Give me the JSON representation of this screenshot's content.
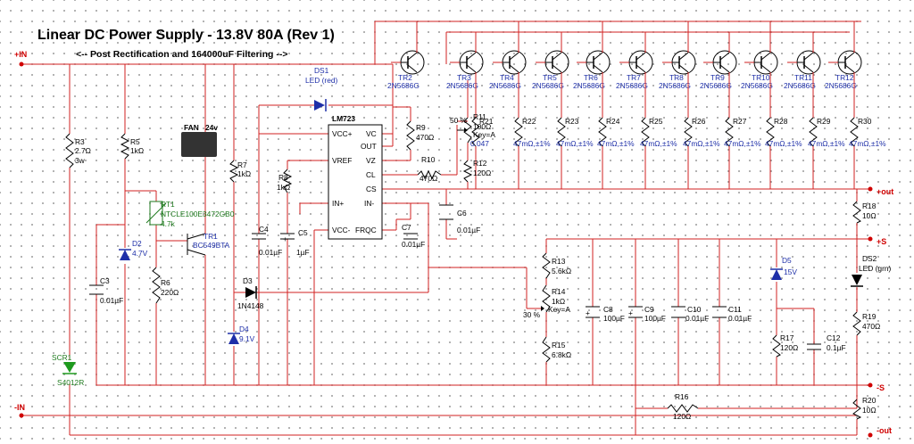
{
  "title": "Linear DC Power Supply - 13.8V 80A (Rev 1)",
  "subtitle": "<-- Post Rectification and 164000uF Filtering -->",
  "terminals": {
    "in_pos": "+IN",
    "in_neg": "-IN",
    "out_pos": "+out",
    "sense_pos": "+S",
    "sense_neg": "-S",
    "out_neg": "-out"
  },
  "fan": {
    "label": "FAN",
    "voltage": "24v"
  },
  "ic": {
    "name": "LM723",
    "pins_left": [
      "VCC+",
      "VREF",
      "IN+",
      "VCC-"
    ],
    "pins_right": [
      "VC",
      "OUT",
      "VZ",
      "CL",
      "CS",
      "IN-",
      "FRQC"
    ]
  },
  "transistors": [
    {
      "ref": "TR2",
      "part": "2N5686G"
    },
    {
      "ref": "TR3",
      "part": "2N5686G"
    },
    {
      "ref": "TR4",
      "part": "2N5686G"
    },
    {
      "ref": "TR5",
      "part": "2N5686G"
    },
    {
      "ref": "TR6",
      "part": "2N5686G"
    },
    {
      "ref": "TR7",
      "part": "2N5686G"
    },
    {
      "ref": "TR8",
      "part": "2N5686G"
    },
    {
      "ref": "TR9",
      "part": "2N5686G"
    },
    {
      "ref": "TR10",
      "part": "2N5686G"
    },
    {
      "ref": "TR11",
      "part": "2N5686G"
    },
    {
      "ref": "TR12",
      "part": "2N5686G"
    }
  ],
  "emitter_resistors": [
    {
      "ref": "R21",
      "value": "0.047"
    },
    {
      "ref": "R22",
      "value": "47mΩ,±1%"
    },
    {
      "ref": "R23",
      "value": "47mΩ,±1%"
    },
    {
      "ref": "R24",
      "value": "47mΩ,±1%"
    },
    {
      "ref": "R25",
      "value": "47mΩ,±1%"
    },
    {
      "ref": "R26",
      "value": "47mΩ,±1%"
    },
    {
      "ref": "R27",
      "value": "47mΩ,±1%"
    },
    {
      "ref": "R28",
      "value": "47mΩ,±1%"
    },
    {
      "ref": "R29",
      "value": "47mΩ,±1%"
    },
    {
      "ref": "R30",
      "value": "47mΩ,±1%"
    }
  ],
  "components": {
    "r3": {
      "ref": "R3",
      "value": "2.7Ω",
      "extra": "3w"
    },
    "r5": {
      "ref": "R5",
      "value": "1kΩ"
    },
    "r6": {
      "ref": "R6",
      "value": "220Ω"
    },
    "r7": {
      "ref": "R7",
      "value": "1kΩ"
    },
    "r8": {
      "ref": "R8",
      "value": "1kΩ"
    },
    "r9": {
      "ref": "R9",
      "value": "470Ω"
    },
    "r10": {
      "ref": "R10",
      "value": "470Ω"
    },
    "r11": {
      "ref": "R11",
      "value": "100Ω",
      "key": "Key=A",
      "pct": "50 %"
    },
    "r12": {
      "ref": "R12",
      "value": "120Ω"
    },
    "r13": {
      "ref": "R13",
      "value": "5.6kΩ"
    },
    "r14": {
      "ref": "R14",
      "value": "1kΩ",
      "key": "Key=A",
      "pct": "30 %"
    },
    "r15": {
      "ref": "R15",
      "value": "6.8kΩ"
    },
    "r16": {
      "ref": "R16",
      "value": "120Ω"
    },
    "r17": {
      "ref": "R17",
      "value": "120Ω"
    },
    "r18": {
      "ref": "R18",
      "value": "10Ω"
    },
    "r19": {
      "ref": "R19",
      "value": "470Ω"
    },
    "r20": {
      "ref": "R20",
      "value": "10Ω"
    },
    "rt1": {
      "ref": "RT1",
      "value": "NTCLE100E3472GB0",
      "extra": "4.7k"
    },
    "c3": {
      "ref": "C3",
      "value": "0.01µF"
    },
    "c4": {
      "ref": "C4",
      "value": "0.01µF"
    },
    "c5": {
      "ref": "C5",
      "value": "1µF"
    },
    "c6": {
      "ref": "C6",
      "value": "0.01µF"
    },
    "c7": {
      "ref": "C7",
      "value": "0.01µF"
    },
    "c8": {
      "ref": "C8",
      "value": "100µF"
    },
    "c9": {
      "ref": "C9",
      "value": "100µF"
    },
    "c10": {
      "ref": "C10",
      "value": "0.01µF"
    },
    "c11": {
      "ref": "C11",
      "value": "0.01µF"
    },
    "c12": {
      "ref": "C12",
      "value": "0.1µF"
    },
    "d2": {
      "ref": "D2",
      "value": "4.7V"
    },
    "d3": {
      "ref": "D3",
      "value": "1N4148"
    },
    "d4": {
      "ref": "D4",
      "value": "9.1V"
    },
    "d5": {
      "ref": "D5",
      "value": "15V"
    },
    "ds1": {
      "ref": "DS1",
      "value": "LED (red)"
    },
    "ds2": {
      "ref": "DS2",
      "value": "LED (grn)"
    },
    "tr1": {
      "ref": "TR1",
      "value": "BC549BTA"
    },
    "scr1": {
      "ref": "SCR1",
      "value": "S4012R"
    }
  },
  "colors": {
    "wire": "#d22020",
    "component": "#000000",
    "label_blue": "#1e2fa8",
    "label_green": "#1e7a1e",
    "terminal": "#d00000"
  }
}
